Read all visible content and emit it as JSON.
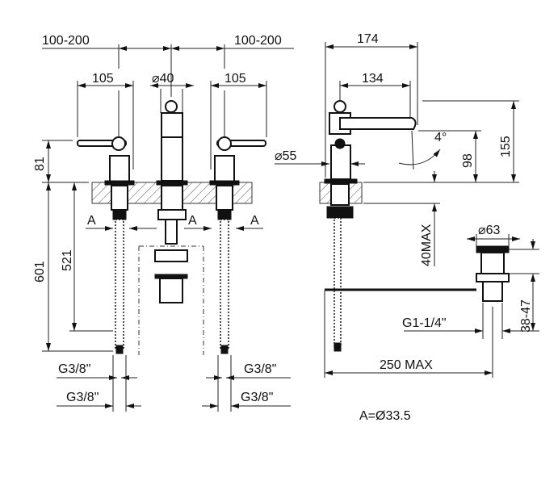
{
  "front_view": {
    "spacing_left": "100-200",
    "spacing_right": "100-200",
    "handle_width_left": "105",
    "spout_diameter": "⌀40",
    "handle_width_right": "105",
    "handle_height": "81",
    "total_depth": "601",
    "hose_length": "521",
    "section_marks": [
      "A",
      "A",
      "A"
    ],
    "connections_upper": [
      "G3/8\"",
      "G3/8\""
    ],
    "connections_lower": [
      "G3/8\"",
      "G3/8\""
    ]
  },
  "side_view": {
    "total_reach": "174",
    "spout_reach": "134",
    "base_diameter": "⌀55",
    "angle": "4°",
    "spout_height": "98",
    "total_height": "155",
    "deck_thickness": "40MAX",
    "waste_diameter": "⌀63",
    "waste_range": "38-47",
    "waste_thread": "G1-1/4\"",
    "rod_length": "250 MAX"
  },
  "note": "A=Ø33.5"
}
